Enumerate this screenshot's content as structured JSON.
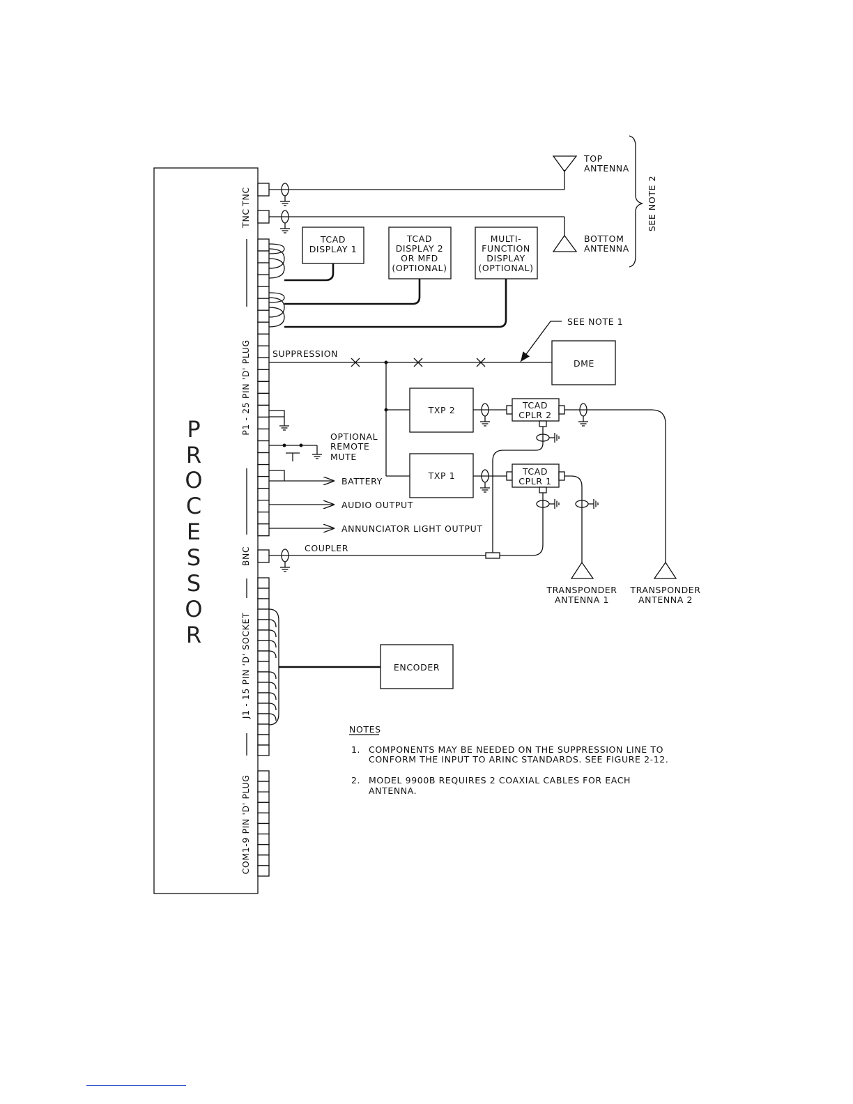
{
  "processor": {
    "letters": [
      "P",
      "R",
      "O",
      "C",
      "E",
      "S",
      "S",
      "O",
      "R"
    ]
  },
  "connectors": {
    "tnc_top": "TNC",
    "tnc_bottom": "TNC",
    "p1": "P1 - 25 PIN 'D' PLUG",
    "bnc": "BNC",
    "j1": "J1 - 15 PIN 'D' SOCKET",
    "com1": "COM1-9 PIN 'D' PLUG"
  },
  "antennas": {
    "top": [
      "TOP",
      "ANTENNA"
    ],
    "bottom": [
      "BOTTOM",
      "ANTENNA"
    ],
    "see_note": "SEE NOTE 2",
    "xpdr1": [
      "TRANSPONDER",
      "ANTENNA 1"
    ],
    "xpdr2": [
      "TRANSPONDER",
      "ANTENNA 2"
    ]
  },
  "displays": {
    "d1": [
      "TCAD",
      "DISPLAY 1"
    ],
    "d2": [
      "TCAD",
      "DISPLAY 2",
      "OR MFD",
      "(OPTIONAL)"
    ],
    "mfd": [
      "MULTI-",
      "FUNCTION",
      "DISPLAY",
      "(OPTIONAL)"
    ]
  },
  "labels": {
    "see_note_1": "SEE NOTE 1",
    "suppression": "SUPPRESSION",
    "dme": "DME",
    "txp2": "TXP 2",
    "txp1": "TXP 1",
    "cplr2": [
      "TCAD",
      "CPLR 2"
    ],
    "cplr1": [
      "TCAD",
      "CPLR 1"
    ],
    "remote_mute": [
      "OPTIONAL",
      "REMOTE",
      "MUTE"
    ],
    "battery": "BATTERY",
    "audio": "AUDIO OUTPUT",
    "annunciator": "ANNUNCIATOR LIGHT OUTPUT",
    "coupler": "COUPLER",
    "encoder": "ENCODER"
  },
  "notes": {
    "title": "NOTES",
    "n1_num": "1.",
    "n1_l1": "COMPONENTS MAY BE NEEDED ON THE SUPPRESSION LINE TO",
    "n1_l2": "CONFORM THE INPUT TO ARINC STANDARDS. SEE FIGURE 2-12.",
    "n2_num": "2.",
    "n2_l1": "MODEL 9900B REQUIRES 2 COAXIAL CABLES FOR EACH",
    "n2_l2": "ANTENNA."
  }
}
